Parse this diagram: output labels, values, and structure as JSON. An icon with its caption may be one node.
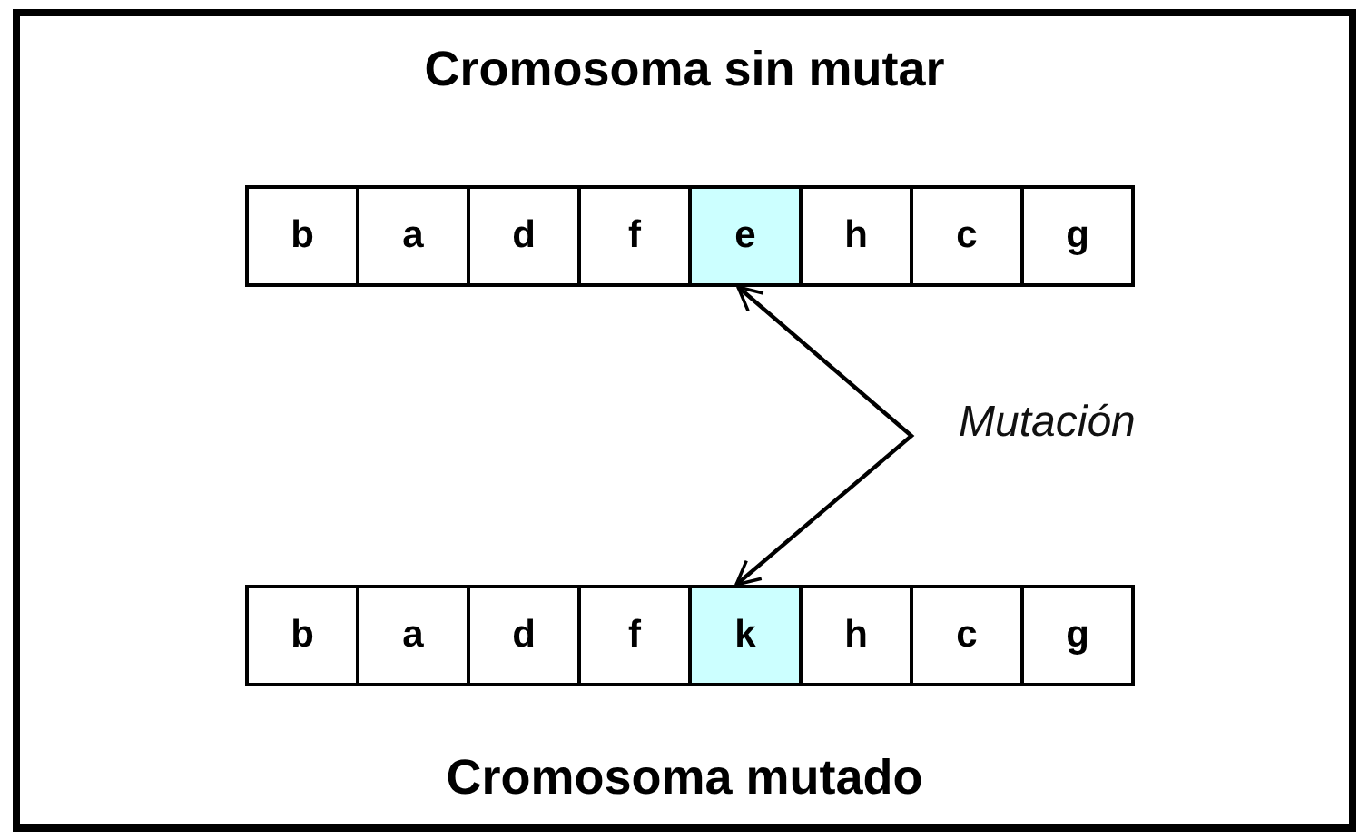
{
  "diagram": {
    "nodes": [
      {
        "text": [
          "b"
        ]
      },
      {
        "text": [
          "a"
        ]
      },
      {
        "text": [
          "d"
        ]
      },
      {
        "text": [
          "f"
        ]
      },
      {
        "text": [
          "e"
        ]
      },
      {
        "text": [
          "h"
        ]
      },
      {
        "text": [
          "c"
        ]
      },
      {
        "text": [
          "g"
        ]
      },
      {
        "text": [
          "b"
        ]
      },
      {
        "text": [
          "a"
        ]
      },
      {
        "text": [
          "d"
        ]
      },
      {
        "text": [
          "f"
        ]
      },
      {
        "text": [
          "k"
        ]
      },
      {
        "text": [
          "h"
        ]
      },
      {
        "text": [
          "c"
        ]
      },
      {
        "text": [
          "g"
        ]
      }
    ],
    "edges": [
      {
        "from": 4,
        "to": 12,
        "arrow": "both",
        "label": "Mutación"
      }
    ],
    "labels": [
      "Cromosoma sin mutar",
      "Cromosoma mutado"
    ]
  }
}
